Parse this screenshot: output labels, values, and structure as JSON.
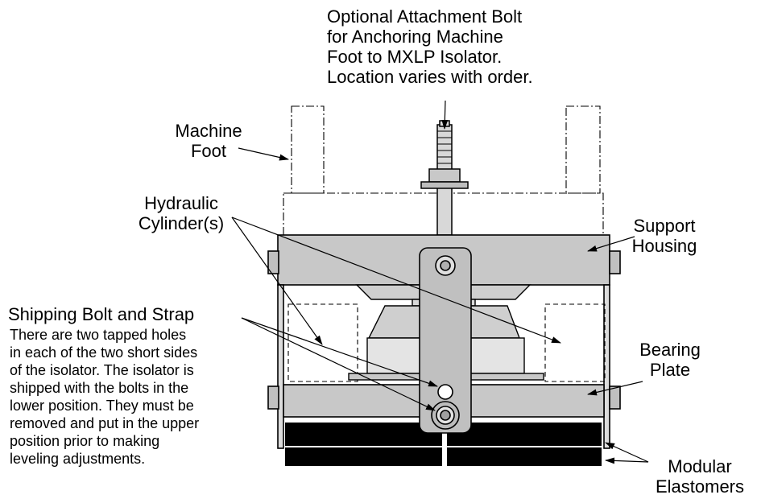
{
  "labels": {
    "attachment_bolt": [
      "Optional Attachment Bolt",
      "for Anchoring Machine",
      "Foot to MXLP Isolator.",
      "Location varies with order."
    ],
    "machine_foot": [
      "Machine",
      "Foot"
    ],
    "hydraulic_cylinders": [
      "Hydraulic",
      "Cylinder(s)"
    ],
    "support_housing": [
      "Support",
      "Housing"
    ],
    "shipping_bolt_title": "Shipping Bolt and Strap",
    "shipping_bolt_description": [
      "There are two tapped holes",
      "in each of the two short sides",
      "of the isolator. The isolator is",
      "shipped with the bolts in the",
      "lower position. They must be",
      "removed and put in the upper",
      "position prior to making",
      "leveling adjustments."
    ],
    "bearing_plate": [
      "Bearing",
      "Plate"
    ],
    "modular_elastomers": [
      "Modular",
      "Elastomers"
    ]
  },
  "colors": {
    "housing_fill": "#c8c8c8",
    "light_fill": "#e4e4e4",
    "elastomer_fill": "#000000",
    "outline": "#000000",
    "background": "#ffffff"
  }
}
